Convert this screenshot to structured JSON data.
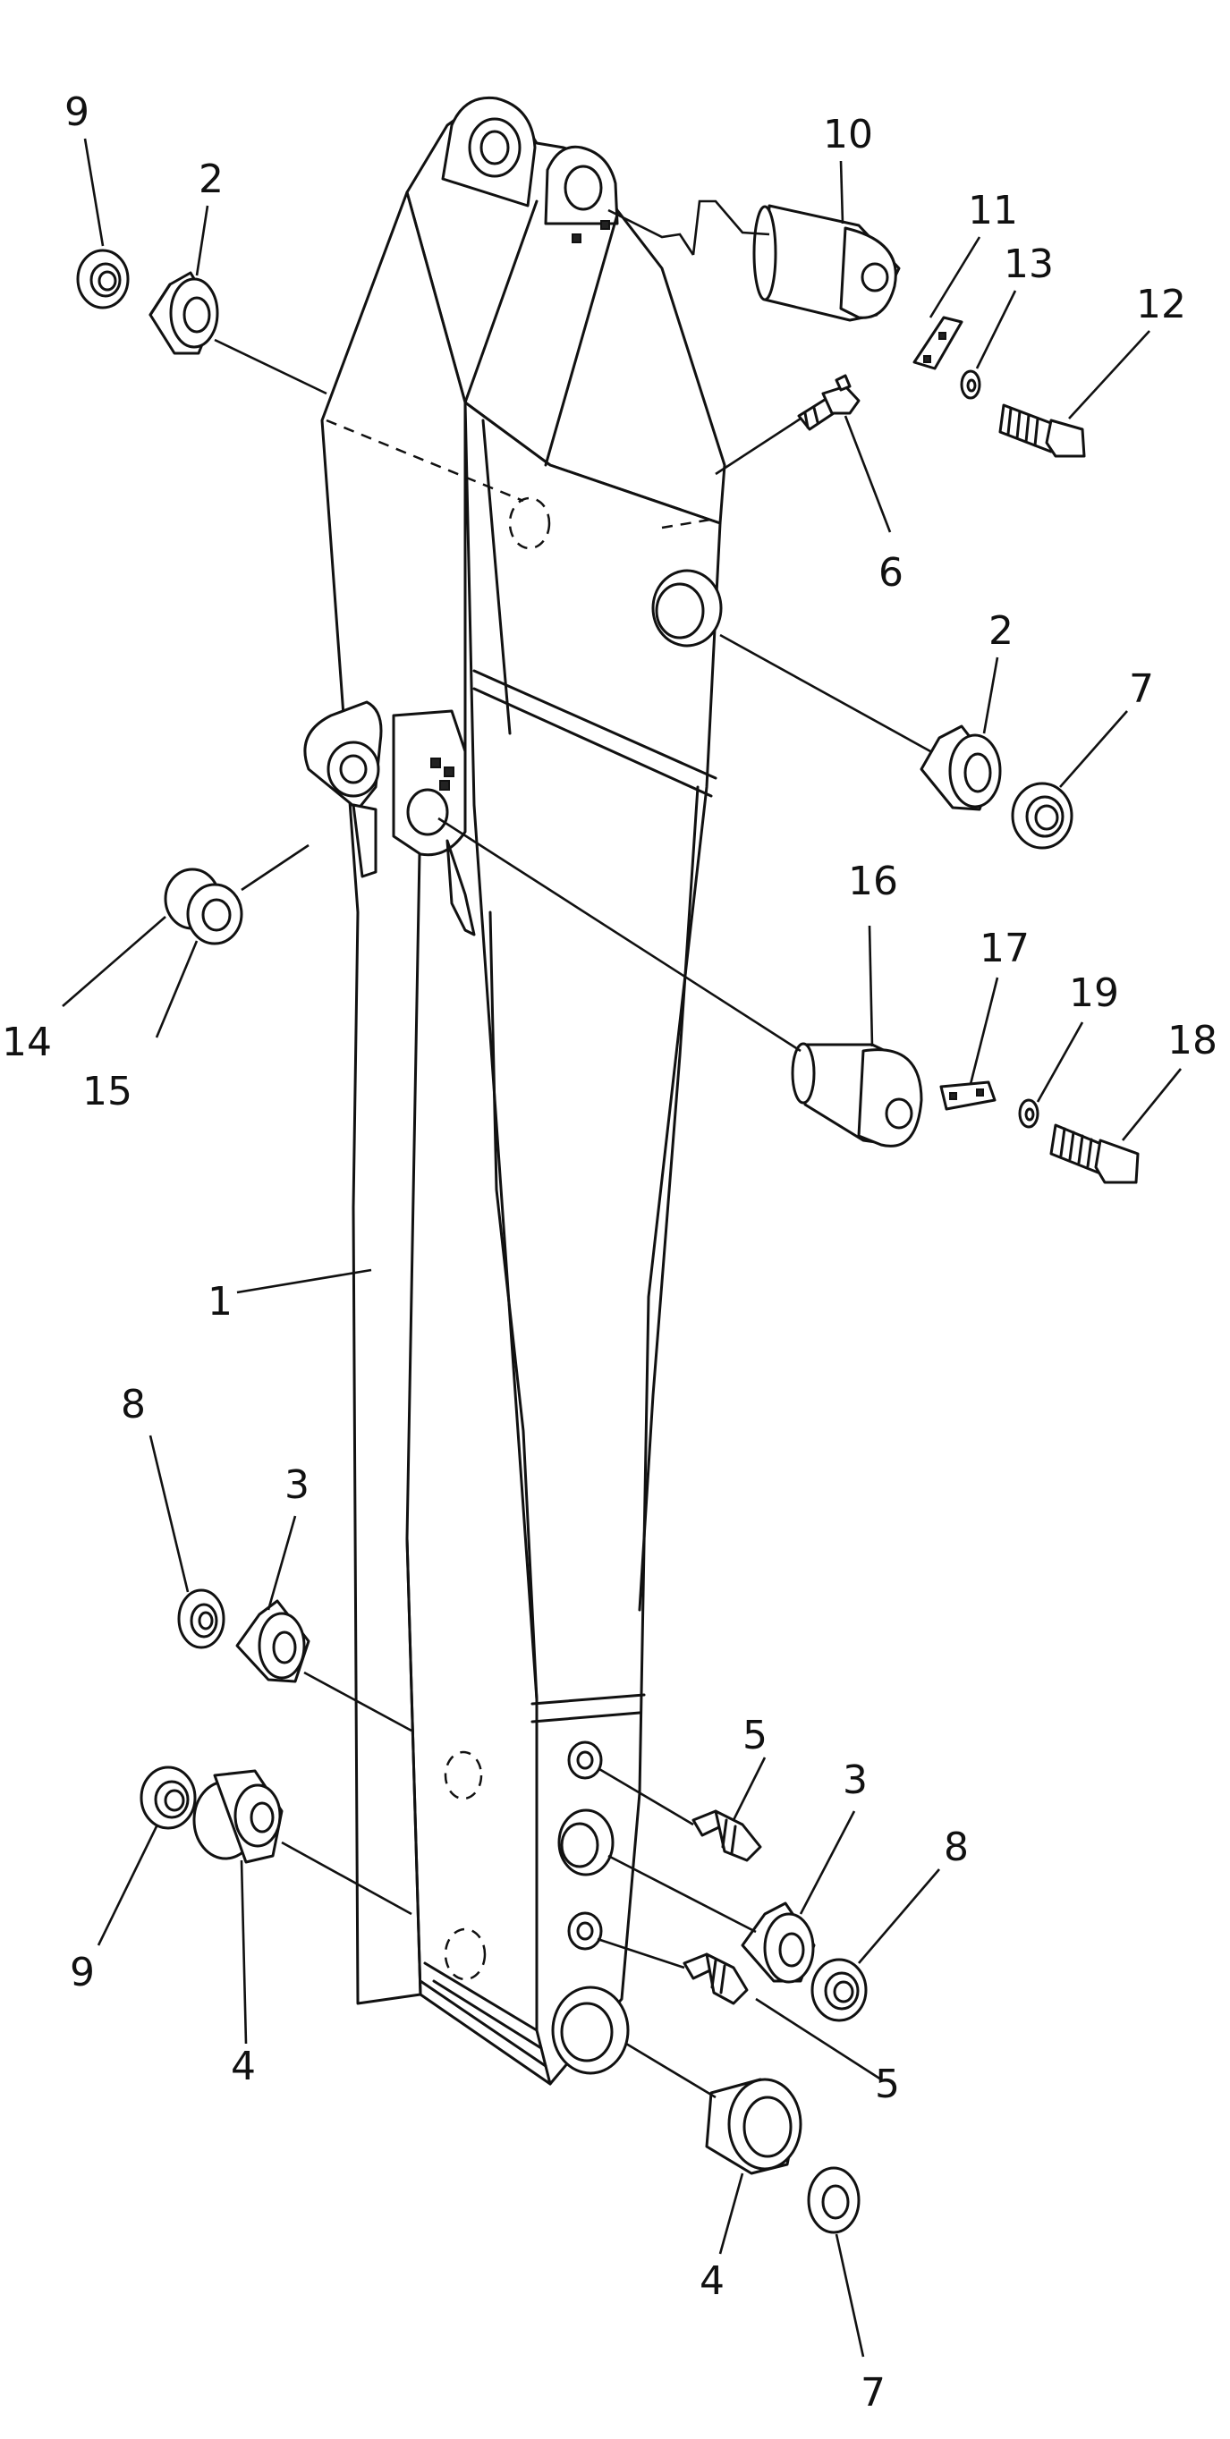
{
  "callouts": [
    {
      "id": "c1",
      "label": "1"
    },
    {
      "id": "c2a",
      "label": "2"
    },
    {
      "id": "c2b",
      "label": "2"
    },
    {
      "id": "c3a",
      "label": "3"
    },
    {
      "id": "c3b",
      "label": "3"
    },
    {
      "id": "c4a",
      "label": "4"
    },
    {
      "id": "c4b",
      "label": "4"
    },
    {
      "id": "c5a",
      "label": "5"
    },
    {
      "id": "c5b",
      "label": "5"
    },
    {
      "id": "c6",
      "label": "6"
    },
    {
      "id": "c7a",
      "label": "7"
    },
    {
      "id": "c7b",
      "label": "7"
    },
    {
      "id": "c8a",
      "label": "8"
    },
    {
      "id": "c8b",
      "label": "8"
    },
    {
      "id": "c9a",
      "label": "9"
    },
    {
      "id": "c9b",
      "label": "9"
    },
    {
      "id": "c10",
      "label": "10"
    },
    {
      "id": "c11",
      "label": "11"
    },
    {
      "id": "c12",
      "label": "12"
    },
    {
      "id": "c13",
      "label": "13"
    },
    {
      "id": "c14",
      "label": "14"
    },
    {
      "id": "c15",
      "label": "15"
    },
    {
      "id": "c16",
      "label": "16"
    },
    {
      "id": "c17",
      "label": "17"
    },
    {
      "id": "c18",
      "label": "18"
    },
    {
      "id": "c19",
      "label": "19"
    }
  ]
}
